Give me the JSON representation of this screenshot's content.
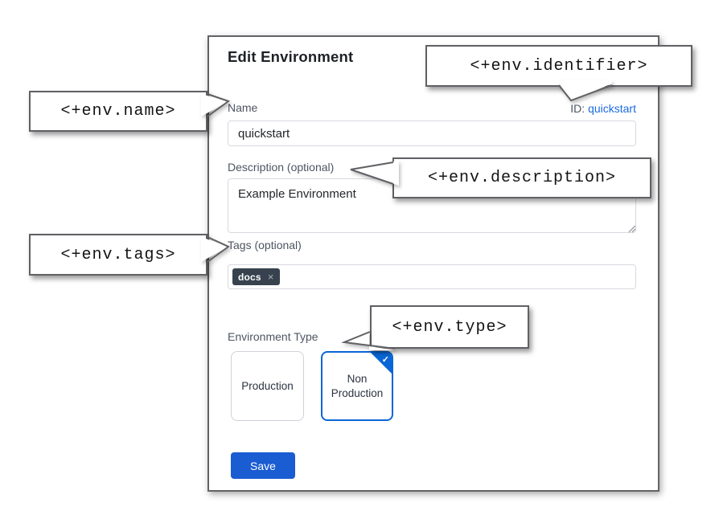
{
  "dialog": {
    "title": "Edit Environment",
    "name": {
      "label": "Name",
      "value": "quickstart"
    },
    "identifier": {
      "label": "ID:",
      "value": "quickstart"
    },
    "description": {
      "label": "Description (optional)",
      "value": "Example Environment"
    },
    "tags": {
      "label": "Tags (optional)",
      "items": [
        {
          "text": "docs",
          "remove": "×"
        }
      ]
    },
    "env_type": {
      "label": "Environment Type",
      "check": "✓",
      "options": [
        {
          "label": "Production",
          "selected": false
        },
        {
          "label": "Non Production",
          "selected": true
        }
      ]
    },
    "save_label": "Save"
  },
  "callouts": {
    "name": "<+env.name>",
    "identifier": "<+env.identifier>",
    "description": "<+env.description>",
    "tags": "<+env.tags>",
    "type": "<+env.type>"
  },
  "colors": {
    "primary_button": "#1a5cd2",
    "selected_card_blue": "#0a66d6",
    "link_blue": "#1b6be0",
    "tag_chip_bg": "#37424e",
    "label_slate": "#4d5562",
    "callout_border": "#606065"
  }
}
